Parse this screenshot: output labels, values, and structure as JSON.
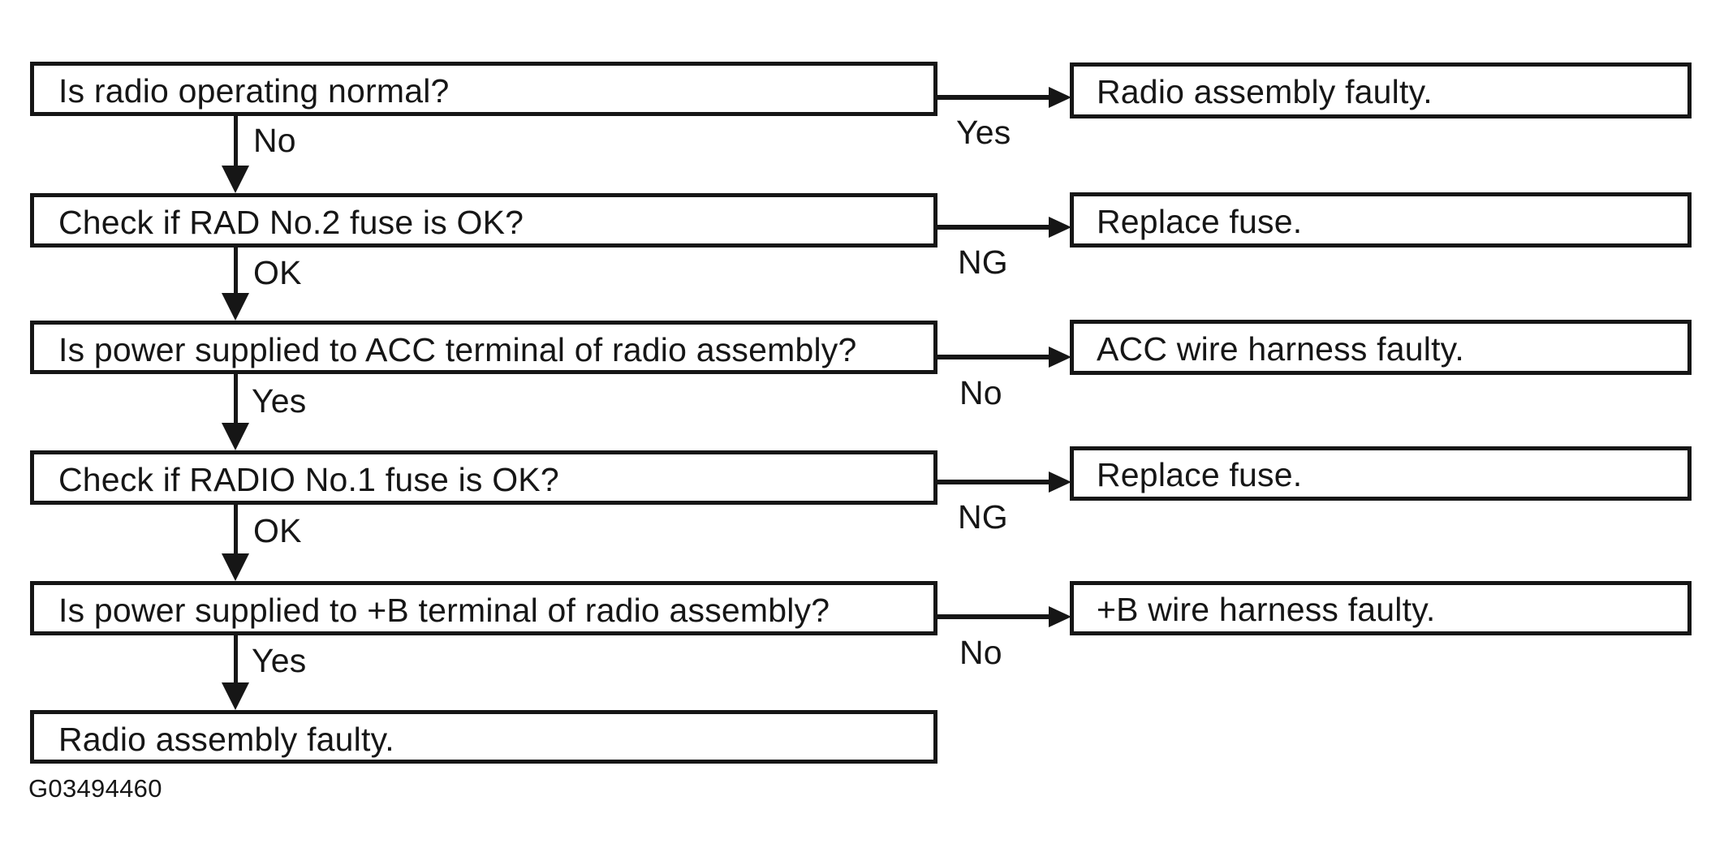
{
  "colors": {
    "ink": "#161616",
    "paper": "#ffffff"
  },
  "figure_id": "G03494460",
  "flowchart": {
    "steps": [
      {
        "question": "Is radio operating normal?",
        "right_label": "Yes",
        "right_result": "Radio assembly faulty.",
        "down_label": "No"
      },
      {
        "question": "Check if RAD No.2 fuse is OK?",
        "right_label": "NG",
        "right_result": "Replace fuse.",
        "down_label": "OK"
      },
      {
        "question": "Is power supplied to ACC terminal of radio assembly?",
        "right_label": "No",
        "right_result": "ACC wire harness faulty.",
        "down_label": "Yes"
      },
      {
        "question": "Check if RADIO No.1 fuse is OK?",
        "right_label": "NG",
        "right_result": "Replace fuse.",
        "down_label": "OK"
      },
      {
        "question": "Is power supplied to +B terminal of radio assembly?",
        "right_label": "No",
        "right_result": "+B wire harness faulty.",
        "down_label": "Yes"
      }
    ],
    "final_result": "Radio assembly faulty."
  }
}
